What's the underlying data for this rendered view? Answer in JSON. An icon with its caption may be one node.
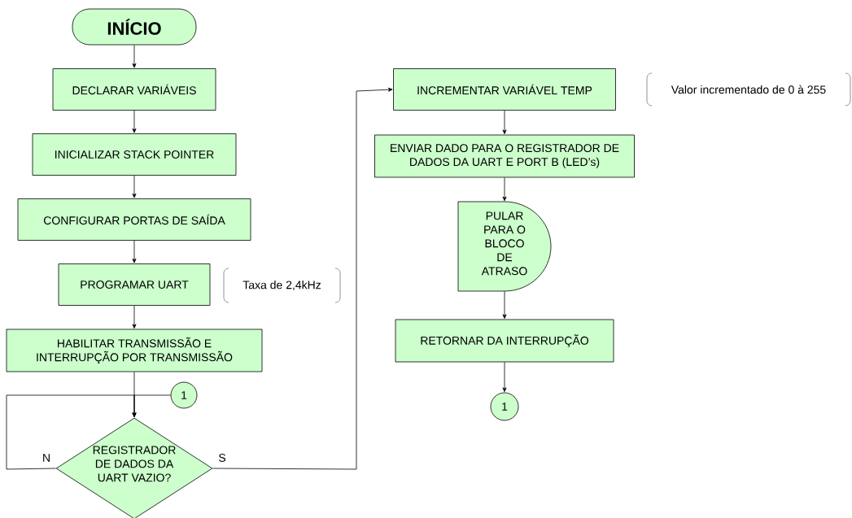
{
  "diagram": {
    "nodes": [
      {
        "text": [
          "INÍCIO"
        ]
      },
      {
        "text": [
          "DECLARAR VARIÁVEIS"
        ]
      },
      {
        "text": [
          "INICIALIZAR STACK POINTER"
        ]
      },
      {
        "text": [
          "CONFIGURAR PORTAS DE SAÍDA"
        ]
      },
      {
        "text": [
          "PROGRAMAR UART"
        ],
        "beside": [
          "Taxa de 2,4kHz"
        ]
      },
      {
        "text": [
          "HABILITAR TRANSMISSÃO E INTERRUPÇÃO POR TRANSMISSÃO"
        ]
      },
      {
        "text": [
          "1"
        ]
      },
      {
        "text": [
          "REGISTRADOR DE DADOS DA UART VAZIO?"
        ]
      },
      {
        "text": [
          "INCREMENTAR VARIÁVEL TEMP"
        ]
      },
      {
        "text": [
          "ENVIAR DADO PARA O REGISTRADOR DE DADOS DA UART E PORT B (LED’s)"
        ]
      },
      {
        "text": [
          "PULAR PARA O BLOCO DE ATRASO"
        ]
      },
      {
        "text": [
          "RETORNAR DA INTERRUPÇÃO"
        ]
      },
      {
        "text": [
          "1"
        ]
      }
    ],
    "edges": [
      {
        "from": 0,
        "to": 1,
        "arrow": "to"
      },
      {
        "from": 1,
        "to": 2,
        "arrow": "to"
      },
      {
        "from": 2,
        "to": 3,
        "arrow": "to"
      },
      {
        "from": 3,
        "to": 4,
        "arrow": "to"
      },
      {
        "from": 4,
        "to": 5,
        "arrow": "to"
      },
      {
        "from": 5,
        "to": 7,
        "arrow": "to"
      },
      {
        "from": 6,
        "to": 7,
        "arrow": "to"
      },
      {
        "from": 7,
        "to": 7,
        "arrow": "to",
        "label": "N"
      },
      {
        "from": 7,
        "to": 8,
        "arrow": "to",
        "label": "S"
      },
      {
        "from": 8,
        "to": 9,
        "arrow": "to"
      },
      {
        "from": 9,
        "to": 10,
        "arrow": "to"
      },
      {
        "from": 10,
        "to": 11,
        "arrow": "to"
      },
      {
        "from": 11,
        "to": 12,
        "arrow": "to"
      }
    ],
    "labels": [
      "Valor incrementado de 0 à 255"
    ]
  }
}
